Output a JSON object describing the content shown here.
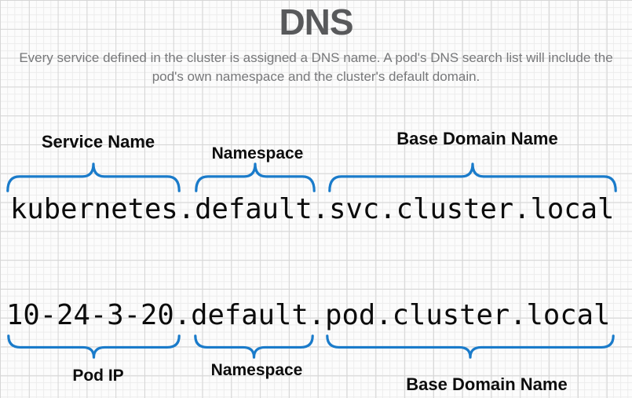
{
  "title": "DNS",
  "subtitle": {
    "line1": "Every service defined in the cluster is assigned a DNS name. A pod's DNS search list will include the",
    "line2": "pod's own namespace and the cluster's default domain."
  },
  "diagram": {
    "service_example": {
      "dns_name": "kubernetes.default.svc.cluster.local",
      "labels": [
        "Service Name",
        "Namespace",
        "Base Domain Name"
      ]
    },
    "pod_example": {
      "dns_name": "10-24-3-20.default.pod.cluster.local",
      "labels": [
        "Pod IP",
        "Namespace",
        "Base Domain Name"
      ]
    }
  },
  "colors": {
    "accent_blue": "#1a7bca",
    "title_gray": "#58595b",
    "subtitle_gray": "#77787a",
    "label_black": "#0d0d0d",
    "mono_black": "#0c0c0c"
  }
}
